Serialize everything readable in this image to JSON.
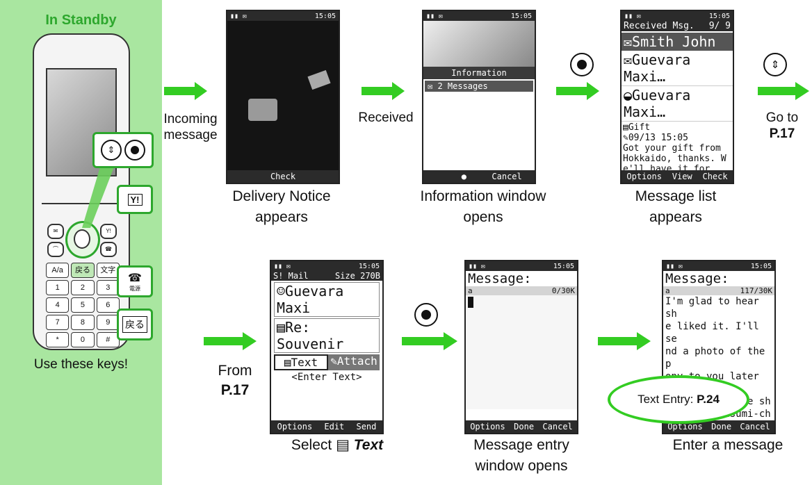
{
  "standby": {
    "title": "In Standby",
    "caption": "Use these keys!",
    "keys": {
      "yahoo": "Y!",
      "call": "電源",
      "back": "戻る"
    },
    "keypad": [
      "A/a",
      "戻る",
      "文字",
      "1",
      "2",
      "3",
      "4",
      "5",
      "6",
      "7",
      "8",
      "9",
      "*",
      "0",
      "#"
    ]
  },
  "flow": {
    "incoming": [
      "Incoming",
      "message"
    ],
    "received": "Received",
    "goto_label": "Go to",
    "goto_page": "P.17",
    "from_label": "From",
    "from_page": "P.17"
  },
  "screens": {
    "delivery": {
      "clock": "15:05",
      "softkey": "Check",
      "caption": [
        "Delivery Notice",
        "appears"
      ]
    },
    "info": {
      "clock": "15:05",
      "title": "Information",
      "item": "2 Messages",
      "soft_right": "Cancel",
      "caption": [
        "Information window",
        "opens"
      ]
    },
    "list": {
      "clock": "15:05",
      "header": "Received Msg.",
      "count": "9/  9",
      "items": [
        "Smith John",
        "Guevara Maxi…",
        "Guevara Maxi…"
      ],
      "subject": "Gift",
      "date": "09/13 15:05",
      "preview": [
        "Got your gift from",
        " Hokkaido, thanks. W",
        "e'll have it for din"
      ],
      "softkeys": [
        "Options",
        "View",
        "Check"
      ],
      "caption": [
        "Message list",
        "appears"
      ]
    },
    "compose": {
      "clock": "15:05",
      "mail": "S! Mail",
      "size": "Size 270B",
      "to": "Guevara Maxi",
      "subject": "Re: Souvenir",
      "tab_text": "Text",
      "tab_attach": "Attach",
      "enter_text": "<Enter Text>",
      "softkeys": [
        "Options",
        "Edit",
        "Send"
      ],
      "caption_prefix": "Select",
      "caption_bold": "Text"
    },
    "entry": {
      "clock": "15:05",
      "title": "Message:",
      "mode": "a",
      "counter": "0/30K",
      "softkeys": [
        "Options",
        "Done",
        "Cancel"
      ],
      "caption": [
        "Message entry",
        "window opens"
      ]
    },
    "enter": {
      "clock": "15:05",
      "title": "Message:",
      "mode": "a",
      "counter": "117/30K",
      "body": [
        "I'm glad to hear sh",
        "e liked it. I'll se",
        "nd a photo of the p",
        "ony to you later by",
        "S! Mail. Please sh",
        "ow it to Kasumi-ch"
      ],
      "softkeys": [
        "Options",
        "Done",
        "Cancel"
      ],
      "callout_label": "Text Entry:",
      "callout_page": "P.24",
      "caption": "Enter a message"
    }
  },
  "colors": {
    "accent": "#2da72d",
    "panel": "#a9e6a0",
    "arrow": "#33cc22"
  }
}
